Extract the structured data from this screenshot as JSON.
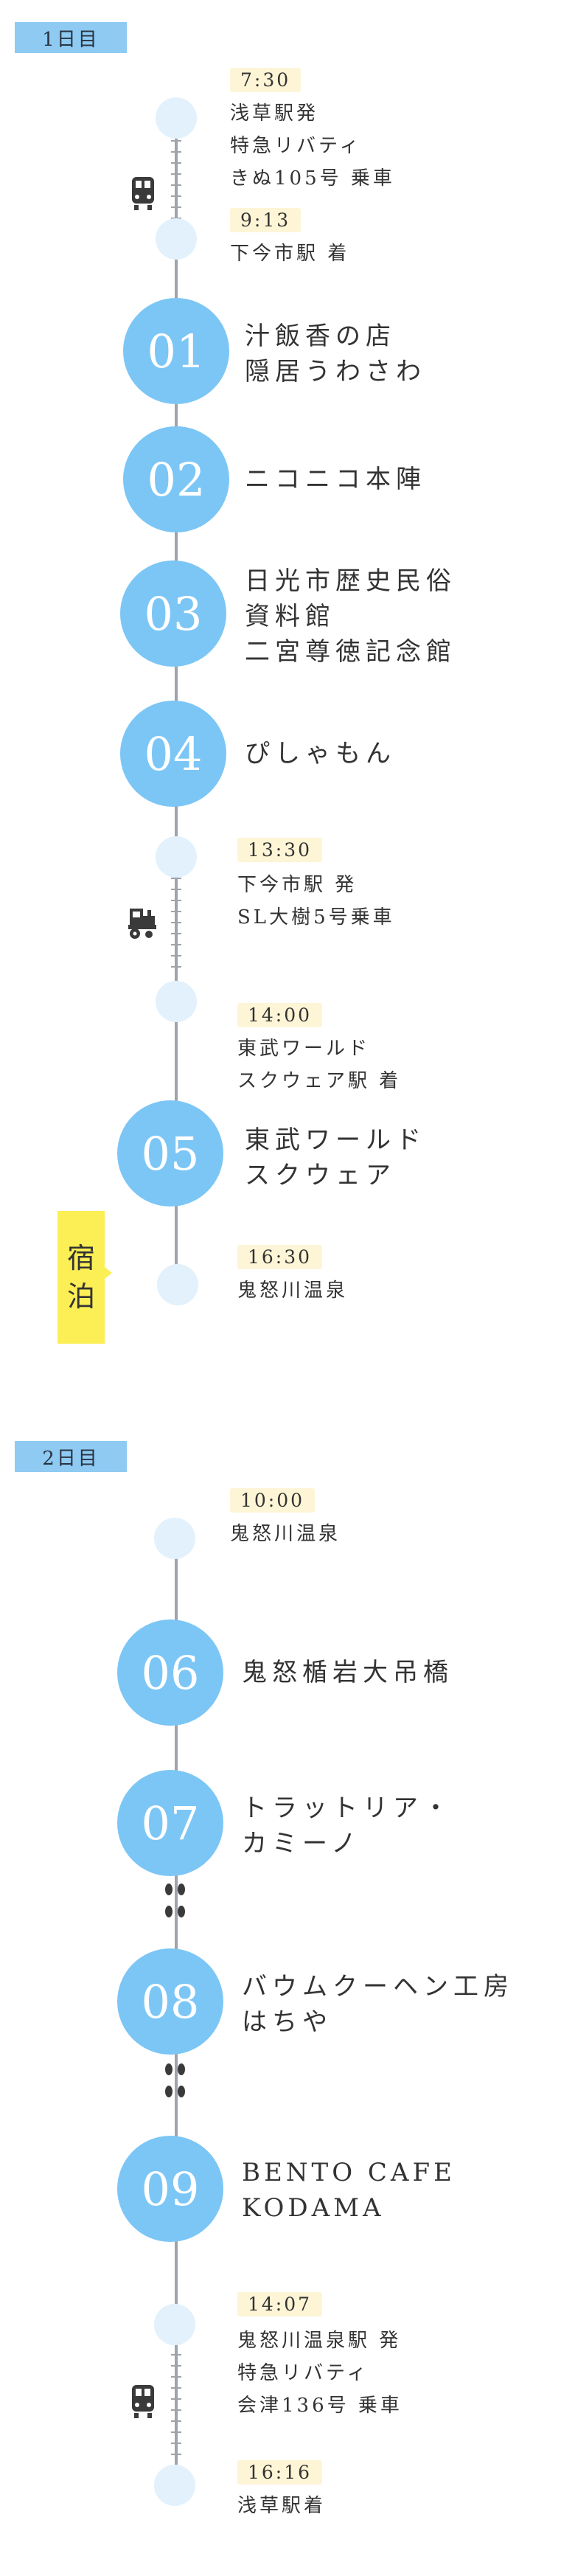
{
  "day1": {
    "label": "1日目",
    "start": {
      "time": "7:30",
      "lines": [
        "浅草駅発",
        "特急リバティ",
        "きぬ105号 乗車"
      ]
    },
    "arrive": {
      "time": "9:13",
      "lines": [
        "下今市駅 着"
      ]
    },
    "spots": [
      {
        "num": "01",
        "lines": [
          "汁飯香の店",
          "隠居うわさわ"
        ]
      },
      {
        "num": "02",
        "lines": [
          "ニコニコ本陣"
        ]
      },
      {
        "num": "03",
        "lines": [
          "日光市歴史民俗",
          "資料館",
          "二宮尊徳記念館"
        ]
      },
      {
        "num": "04",
        "lines": [
          "ぴしゃもん"
        ]
      }
    ],
    "sl_depart": {
      "time": "13:30",
      "lines": [
        "下今市駅 発",
        "SL大樹5号乗車"
      ]
    },
    "sl_arrive": {
      "time": "14:00",
      "lines": [
        "東武ワールド",
        "スクウェア駅 着"
      ]
    },
    "spot5": {
      "num": "05",
      "lines": [
        "東武ワールド",
        "スクウェア"
      ]
    },
    "stay_chars": [
      "宿",
      "泊"
    ],
    "end": {
      "time": "16:30",
      "lines": [
        "鬼怒川温泉"
      ]
    }
  },
  "day2": {
    "label": "2日目",
    "start": {
      "time": "10:00",
      "lines": [
        "鬼怒川温泉"
      ]
    },
    "spots": [
      {
        "num": "06",
        "lines": [
          "鬼怒楯岩大吊橋"
        ]
      },
      {
        "num": "07",
        "lines": [
          "トラットリア・",
          "カミーノ"
        ]
      },
      {
        "num": "08",
        "lines": [
          "バウムクーヘン工房",
          "はちや"
        ]
      },
      {
        "num": "09",
        "lines": [
          "BENTO CAFE",
          "KODAMA"
        ]
      }
    ],
    "depart": {
      "time": "14:07",
      "lines": [
        "鬼怒川温泉駅 発",
        "特急リバティ",
        "会津136号 乗車"
      ]
    },
    "arrive": {
      "time": "16:16",
      "lines": [
        "浅草駅着"
      ]
    }
  },
  "icons": {
    "train": "train-icon",
    "steam_locomotive": "steam-locomotive-icon",
    "walking": "footprints-icon"
  },
  "colors": {
    "day_tag": "#8ecaf2",
    "circle": "#7cc6f6",
    "dot": "#e2f1fc",
    "time_badge": "#fdf5d6",
    "stay_badge": "#fbef55",
    "line": "#9ea4aa"
  }
}
